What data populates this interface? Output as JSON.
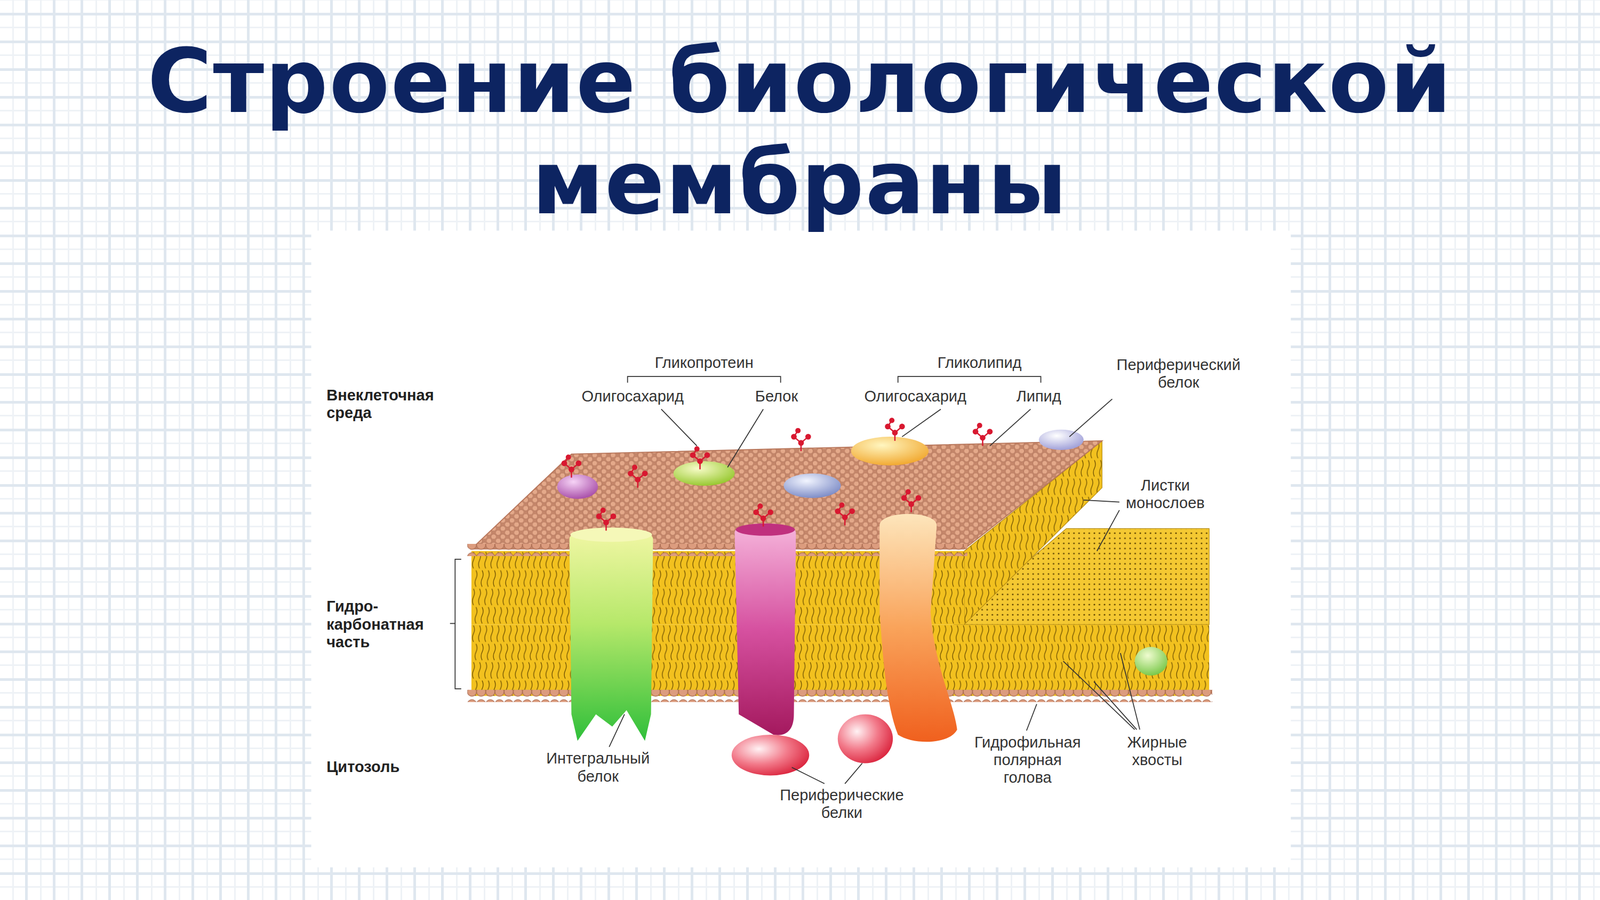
{
  "diagram": {
    "title": "Строение биологической мембраны",
    "labels": [
      "Гликопротеин",
      "Гликолипид",
      "Периферический белок",
      "Внеклеточная среда",
      "Олигосахарид",
      "Белок",
      "Олигосахарид",
      "Липид",
      "Листки монослоев",
      "Гидро- карбонатная часть",
      "Гидрофильная полярная голова",
      "Жирные хвосты",
      "Интегральный белок",
      "Цитозоль",
      "Периферические белки"
    ]
  }
}
